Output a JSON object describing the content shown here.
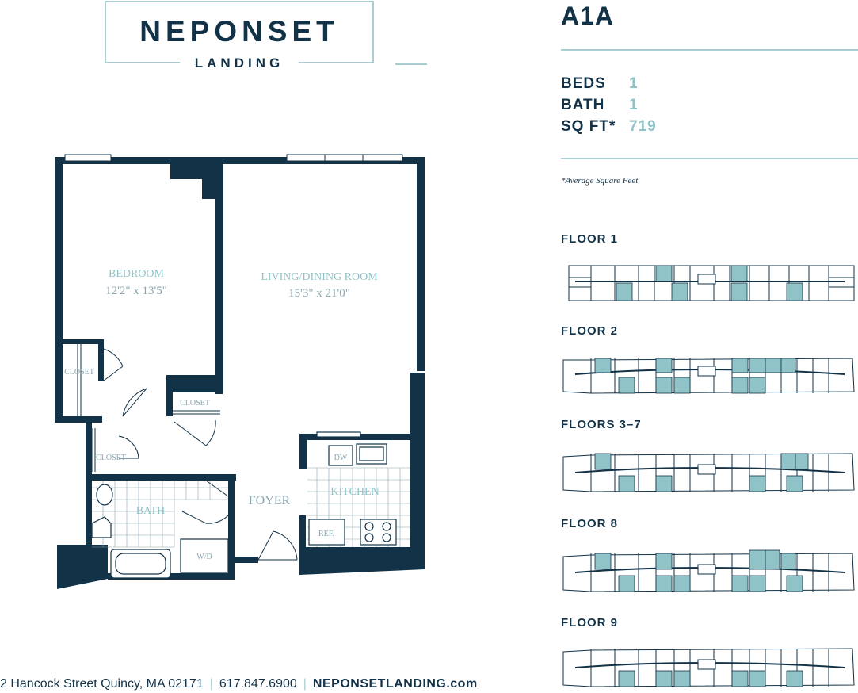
{
  "logo": {
    "name": "NEPONSET",
    "sub": "LANDING"
  },
  "unit": {
    "name": "A1A",
    "beds_label": "BEDS",
    "beds": "1",
    "bath_label": "BATH",
    "bath": "1",
    "sqft_label": "SQ FT*",
    "sqft": "719",
    "footnote": "*Average Square Feet"
  },
  "floor_plan": {
    "bedroom_name": "BEDROOM",
    "bedroom_dim": "12'2\" x 13'5\"",
    "living_name": "LIVING/DINING ROOM",
    "living_dim": "15'3\" x 21'0\"",
    "closet_label": "CLOSET",
    "bath_label": "BATH",
    "kitchen_label": "KITCHEN",
    "foyer_label": "FOYER",
    "dw_label": "DW",
    "ref_label": "REF.",
    "wd_label": "W/D"
  },
  "floors": [
    {
      "label": "FLOOR 1"
    },
    {
      "label": "FLOOR 2"
    },
    {
      "label": "FLOORS 3–7"
    },
    {
      "label": "FLOOR 8"
    },
    {
      "label": "FLOOR 9"
    }
  ],
  "footer": {
    "address": "2 Hancock Street Quincy, MA 02171",
    "phone": "617.847.6900",
    "website": "NEPONSETLANDING.com"
  },
  "colors": {
    "navy": "#123247",
    "accent": "#8fc3c7",
    "rule": "#a9cdd0"
  }
}
